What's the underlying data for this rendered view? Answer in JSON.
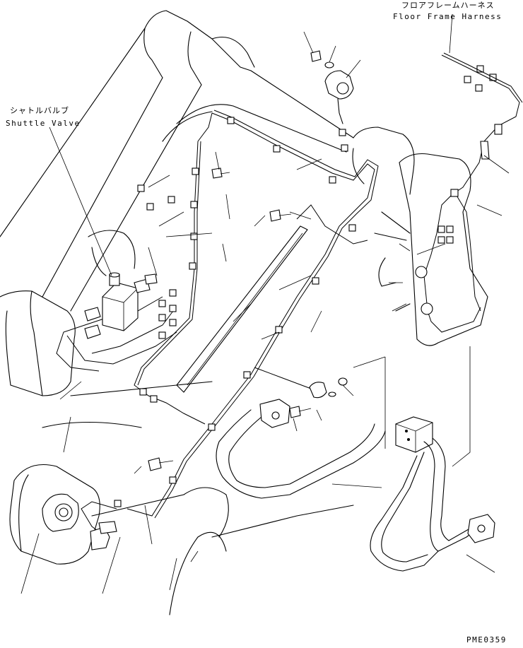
{
  "labels": {
    "shuttle_valve_jp": "シャトルバルブ",
    "shuttle_valve_en": "Shuttle Valve",
    "floor_harness_jp": "フロアフレームハーネス",
    "floor_harness_en": "Floor Frame Harness",
    "drawing_code": "PME0359"
  }
}
